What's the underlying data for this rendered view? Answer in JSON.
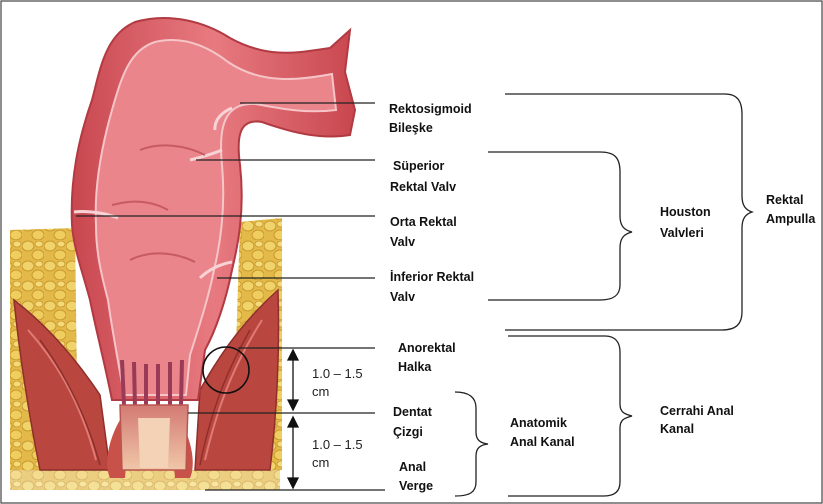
{
  "labels": {
    "rektosigmoid": [
      "Rektosigmoid",
      "Bileşke"
    ],
    "superior_valv": [
      "Süperior",
      "Rektal Valv"
    ],
    "orta_valv": [
      "Orta Rektal",
      "Valv"
    ],
    "inferior_valv": [
      "İnferior Rektal",
      "Valv"
    ],
    "anorektal_halka": [
      "Anorektal",
      "Halka"
    ],
    "dentat_cizgi": [
      "Dentat",
      "Çizgi"
    ],
    "anal_verge": [
      "Anal",
      "Verge"
    ],
    "houston_valvleri": [
      "Houston",
      "Valvleri"
    ],
    "rektal_ampulla": [
      "Rektal",
      "Ampulla"
    ],
    "anatomik_anal_kanal": [
      "Anatomik",
      "Anal Kanal"
    ],
    "cerrahi_anal_kanal": [
      "Cerrahi Anal",
      "Kanal"
    ]
  },
  "measurements": {
    "upper": [
      "1.0 – 1.5",
      "cm"
    ],
    "lower": [
      "1.0 – 1.5",
      "cm"
    ]
  },
  "colors": {
    "rectum_wall": "#d9535f",
    "rectum_light": "#e98a90",
    "fat": "#e6c24f",
    "muscle": "#b5453e",
    "line": "#222222"
  }
}
